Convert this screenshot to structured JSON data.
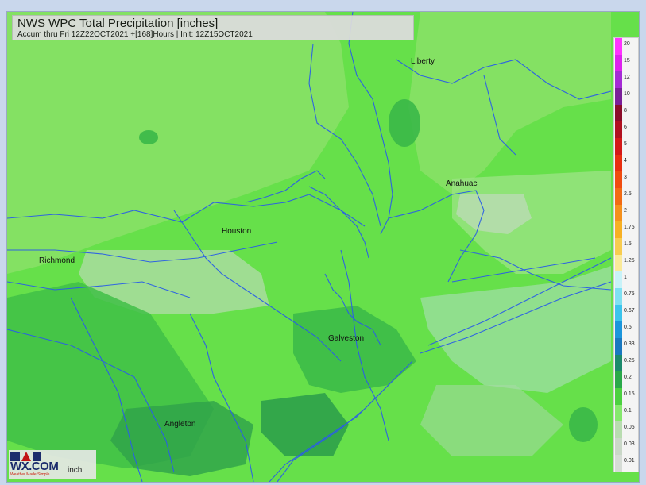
{
  "title": {
    "main": "NWS WPC Total Precipitation [inches]",
    "sub": "Accum thru Fri 12Z22OCT2021 +[168]Hours | Init: 12Z15OCT2021"
  },
  "cities": [
    {
      "name": "Liberty"
    },
    {
      "name": "Anahuac"
    },
    {
      "name": "Houston"
    },
    {
      "name": "Richmond"
    },
    {
      "name": "Galveston"
    },
    {
      "name": "Angleton"
    }
  ],
  "legend": {
    "levels": [
      {
        "label": "20",
        "color": "#ff33ff"
      },
      {
        "label": "15",
        "color": "#dd22ee"
      },
      {
        "label": "12",
        "color": "#a52ad6"
      },
      {
        "label": "10",
        "color": "#7a1f9a"
      },
      {
        "label": "8",
        "color": "#8b0c2a"
      },
      {
        "label": "6",
        "color": "#b01020"
      },
      {
        "label": "5",
        "color": "#d41818"
      },
      {
        "label": "4",
        "color": "#e82e10"
      },
      {
        "label": "3",
        "color": "#f04c10"
      },
      {
        "label": "2.5",
        "color": "#f26a14"
      },
      {
        "label": "2",
        "color": "#f5901c"
      },
      {
        "label": "1.75",
        "color": "#f7b024"
      },
      {
        "label": "1.5",
        "color": "#f8cc50"
      },
      {
        "label": "1.25",
        "color": "#faea9a"
      },
      {
        "label": "1",
        "color": "#c8f2f8"
      },
      {
        "label": "0.75",
        "color": "#7fe0f2"
      },
      {
        "label": "0.67",
        "color": "#3cc4ec"
      },
      {
        "label": "0.5",
        "color": "#1c96dc"
      },
      {
        "label": "0.33",
        "color": "#1a78c0"
      },
      {
        "label": "0.25",
        "color": "#1c8a6c"
      },
      {
        "label": "0.2",
        "color": "#2aa84a"
      },
      {
        "label": "0.15",
        "color": "#4cd040"
      },
      {
        "label": "0.1",
        "color": "#86e86e"
      },
      {
        "label": "0.05",
        "color": "#b8dcb0"
      },
      {
        "label": "0.03",
        "color": "#cad8c8"
      },
      {
        "label": "0.01",
        "color": "#d6dcd6"
      }
    ]
  },
  "logo": {
    "main": "WX.COM",
    "unit": "inch",
    "tag": "Weather Made Simple"
  },
  "colors": {
    "base": "#66e04a",
    "light": "#9ae482",
    "dark": "#3fbf46",
    "darker": "#2ea14a",
    "gray": "#b8dcb0",
    "rivers": "#2a5ee6"
  }
}
